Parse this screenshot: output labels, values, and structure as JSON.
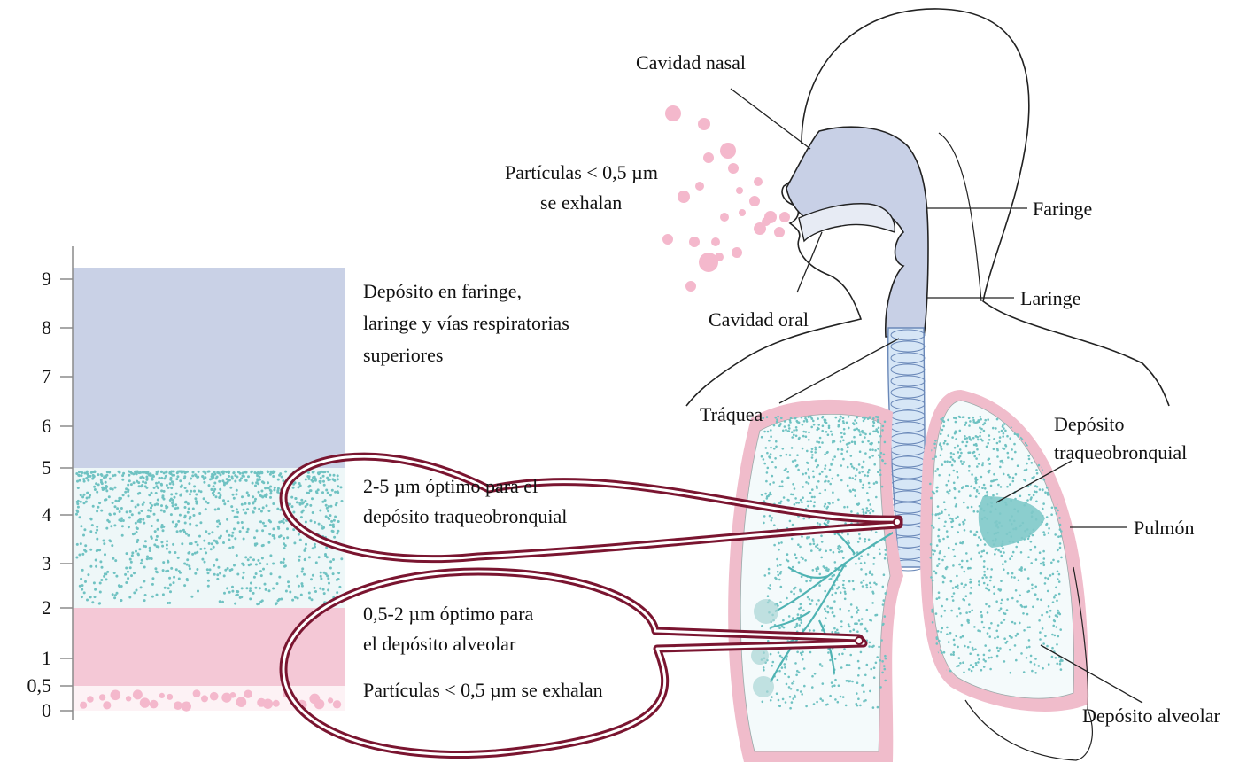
{
  "scale": {
    "ticks": [
      {
        "label": "9",
        "value": 9
      },
      {
        "label": "8",
        "value": 8
      },
      {
        "label": "7",
        "value": 7
      },
      {
        "label": "6",
        "value": 6
      },
      {
        "label": "5",
        "value": 5
      },
      {
        "label": "4",
        "value": 4
      },
      {
        "label": "3",
        "value": 3
      },
      {
        "label": "2",
        "value": 2
      },
      {
        "label": "1",
        "value": 1
      },
      {
        "label": "0,5",
        "value": 0.5
      },
      {
        "label": "0",
        "value": 0
      }
    ]
  },
  "zones": {
    "upper": {
      "line1": "Depósito en faringe,",
      "line2": "laringe y vías respiratorias",
      "line3": "superiores"
    },
    "tracheo": {
      "line1": "2-5 µm óptimo para el",
      "line2": "depósito traqueobronquial"
    },
    "alveolar": {
      "line1": "0,5-2 µm óptimo para",
      "line2": "el depósito alveolar"
    },
    "exhaled": {
      "text": "Partículas < 0,5 µm se exhalan"
    }
  },
  "anatomy": {
    "nasal_cavity": "Cavidad nasal",
    "exhaled_line1": "Partículas < 0,5 µm",
    "exhaled_line2": "se exhalan",
    "pharynx": "Faringe",
    "oral_cavity": "Cavidad oral",
    "larynx": "Laringe",
    "trachea": "Tráquea",
    "tracheo_deposit_line1": "Depósito",
    "tracheo_deposit_line2": "traqueobronquial",
    "lung": "Pulmón",
    "alveolar_deposit": "Depósito alveolar"
  },
  "colors": {
    "upper_zone": "#c9d1e6",
    "tracheo_dots": "#6fc2c2",
    "alveolar_zone": "#f4c8d6",
    "exhaled_dots": "#f4b8cc",
    "bubble_outline": "#7a1530",
    "lung_border": "#f0bccb",
    "airway_fill": "#c8d0e6",
    "trachea_fill": "#d6e6f6"
  }
}
